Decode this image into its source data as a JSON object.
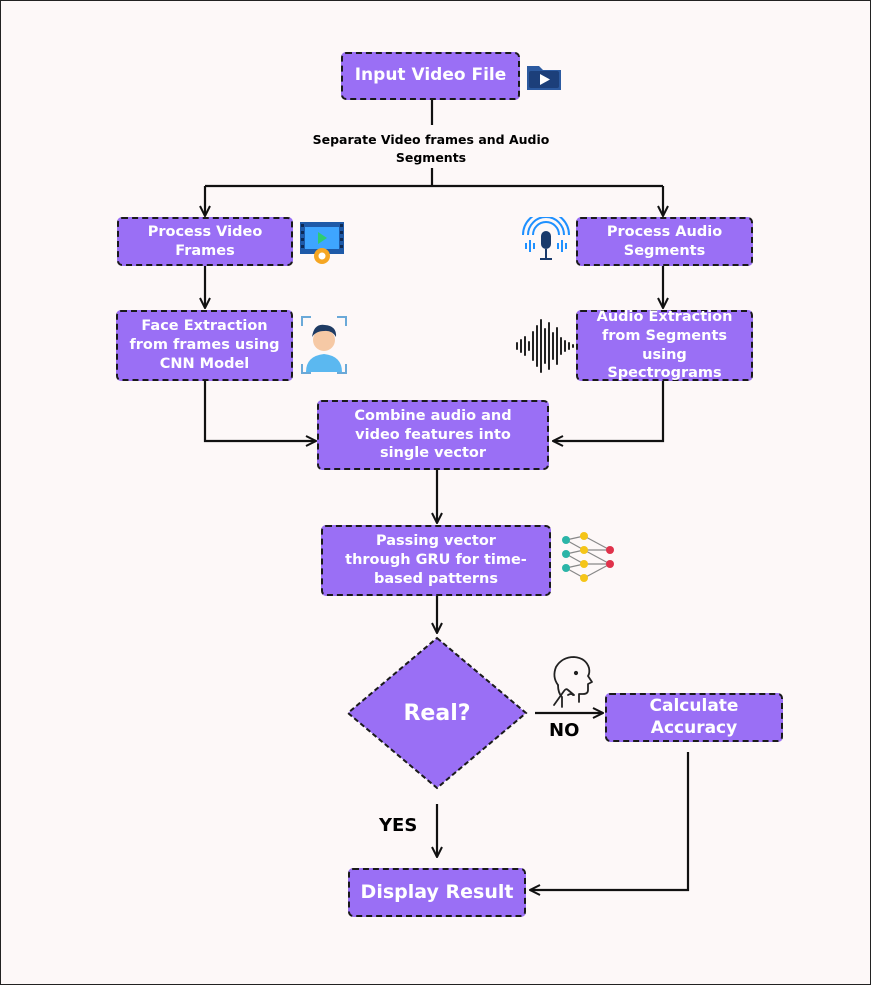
{
  "nodes": {
    "input": "Input Video File",
    "process_video": "Process Video Frames",
    "process_audio": "Process Audio Segments",
    "face_extraction": "Face Extraction from frames using CNN Model",
    "audio_extraction": "Audio Extraction from Segments using Spectrograms",
    "combine": "Combine audio and video features into single vector",
    "gru": "Passing vector through GRU for time-based patterns",
    "decision": "Real?",
    "accuracy": "Calculate Accuracy",
    "display": "Display Result"
  },
  "edges": {
    "split_label": "Separate Video frames and Audio Segments",
    "no_label": "NO",
    "yes_label": "YES"
  },
  "colors": {
    "box_fill": "#9a6ff5",
    "box_border": "#1a1a1a",
    "text": "#ffffff",
    "background": "#fdf8f8"
  },
  "icons": [
    "video-folder-icon",
    "video-film-icon",
    "microphone-icon",
    "face-scan-icon",
    "sound-wave-icon",
    "neural-network-icon",
    "thinking-head-icon"
  ]
}
